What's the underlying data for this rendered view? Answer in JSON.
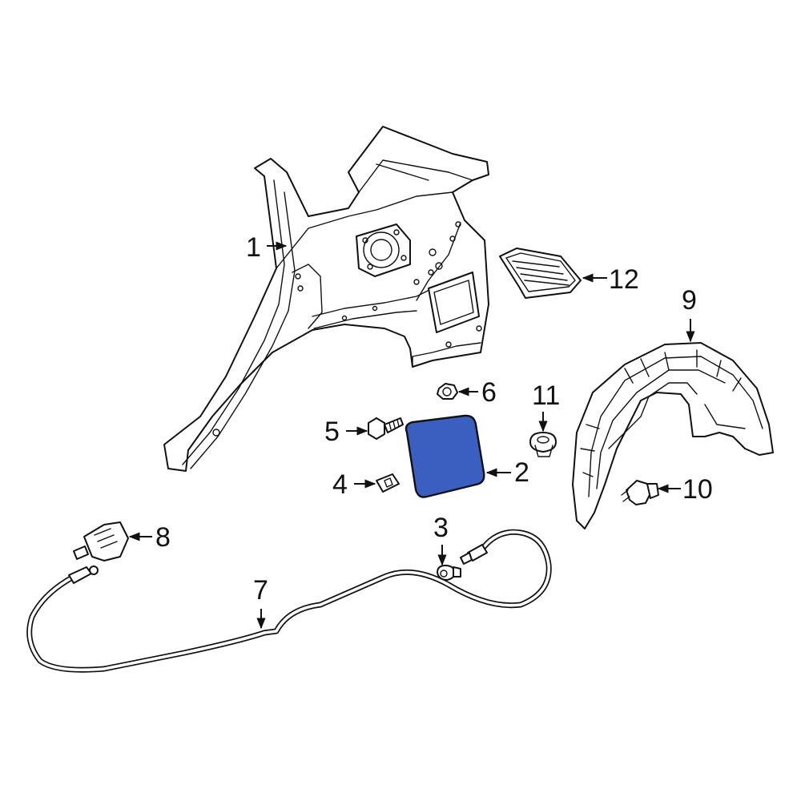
{
  "diagram": {
    "highlight_color": "#3b5fc0",
    "callouts": [
      {
        "id": "1",
        "label": "1"
      },
      {
        "id": "2",
        "label": "2"
      },
      {
        "id": "3",
        "label": "3"
      },
      {
        "id": "4",
        "label": "4"
      },
      {
        "id": "5",
        "label": "5"
      },
      {
        "id": "6",
        "label": "6"
      },
      {
        "id": "7",
        "label": "7"
      },
      {
        "id": "8",
        "label": "8"
      },
      {
        "id": "9",
        "label": "9"
      },
      {
        "id": "10",
        "label": "10"
      },
      {
        "id": "11",
        "label": "11"
      },
      {
        "id": "12",
        "label": "12"
      }
    ]
  }
}
